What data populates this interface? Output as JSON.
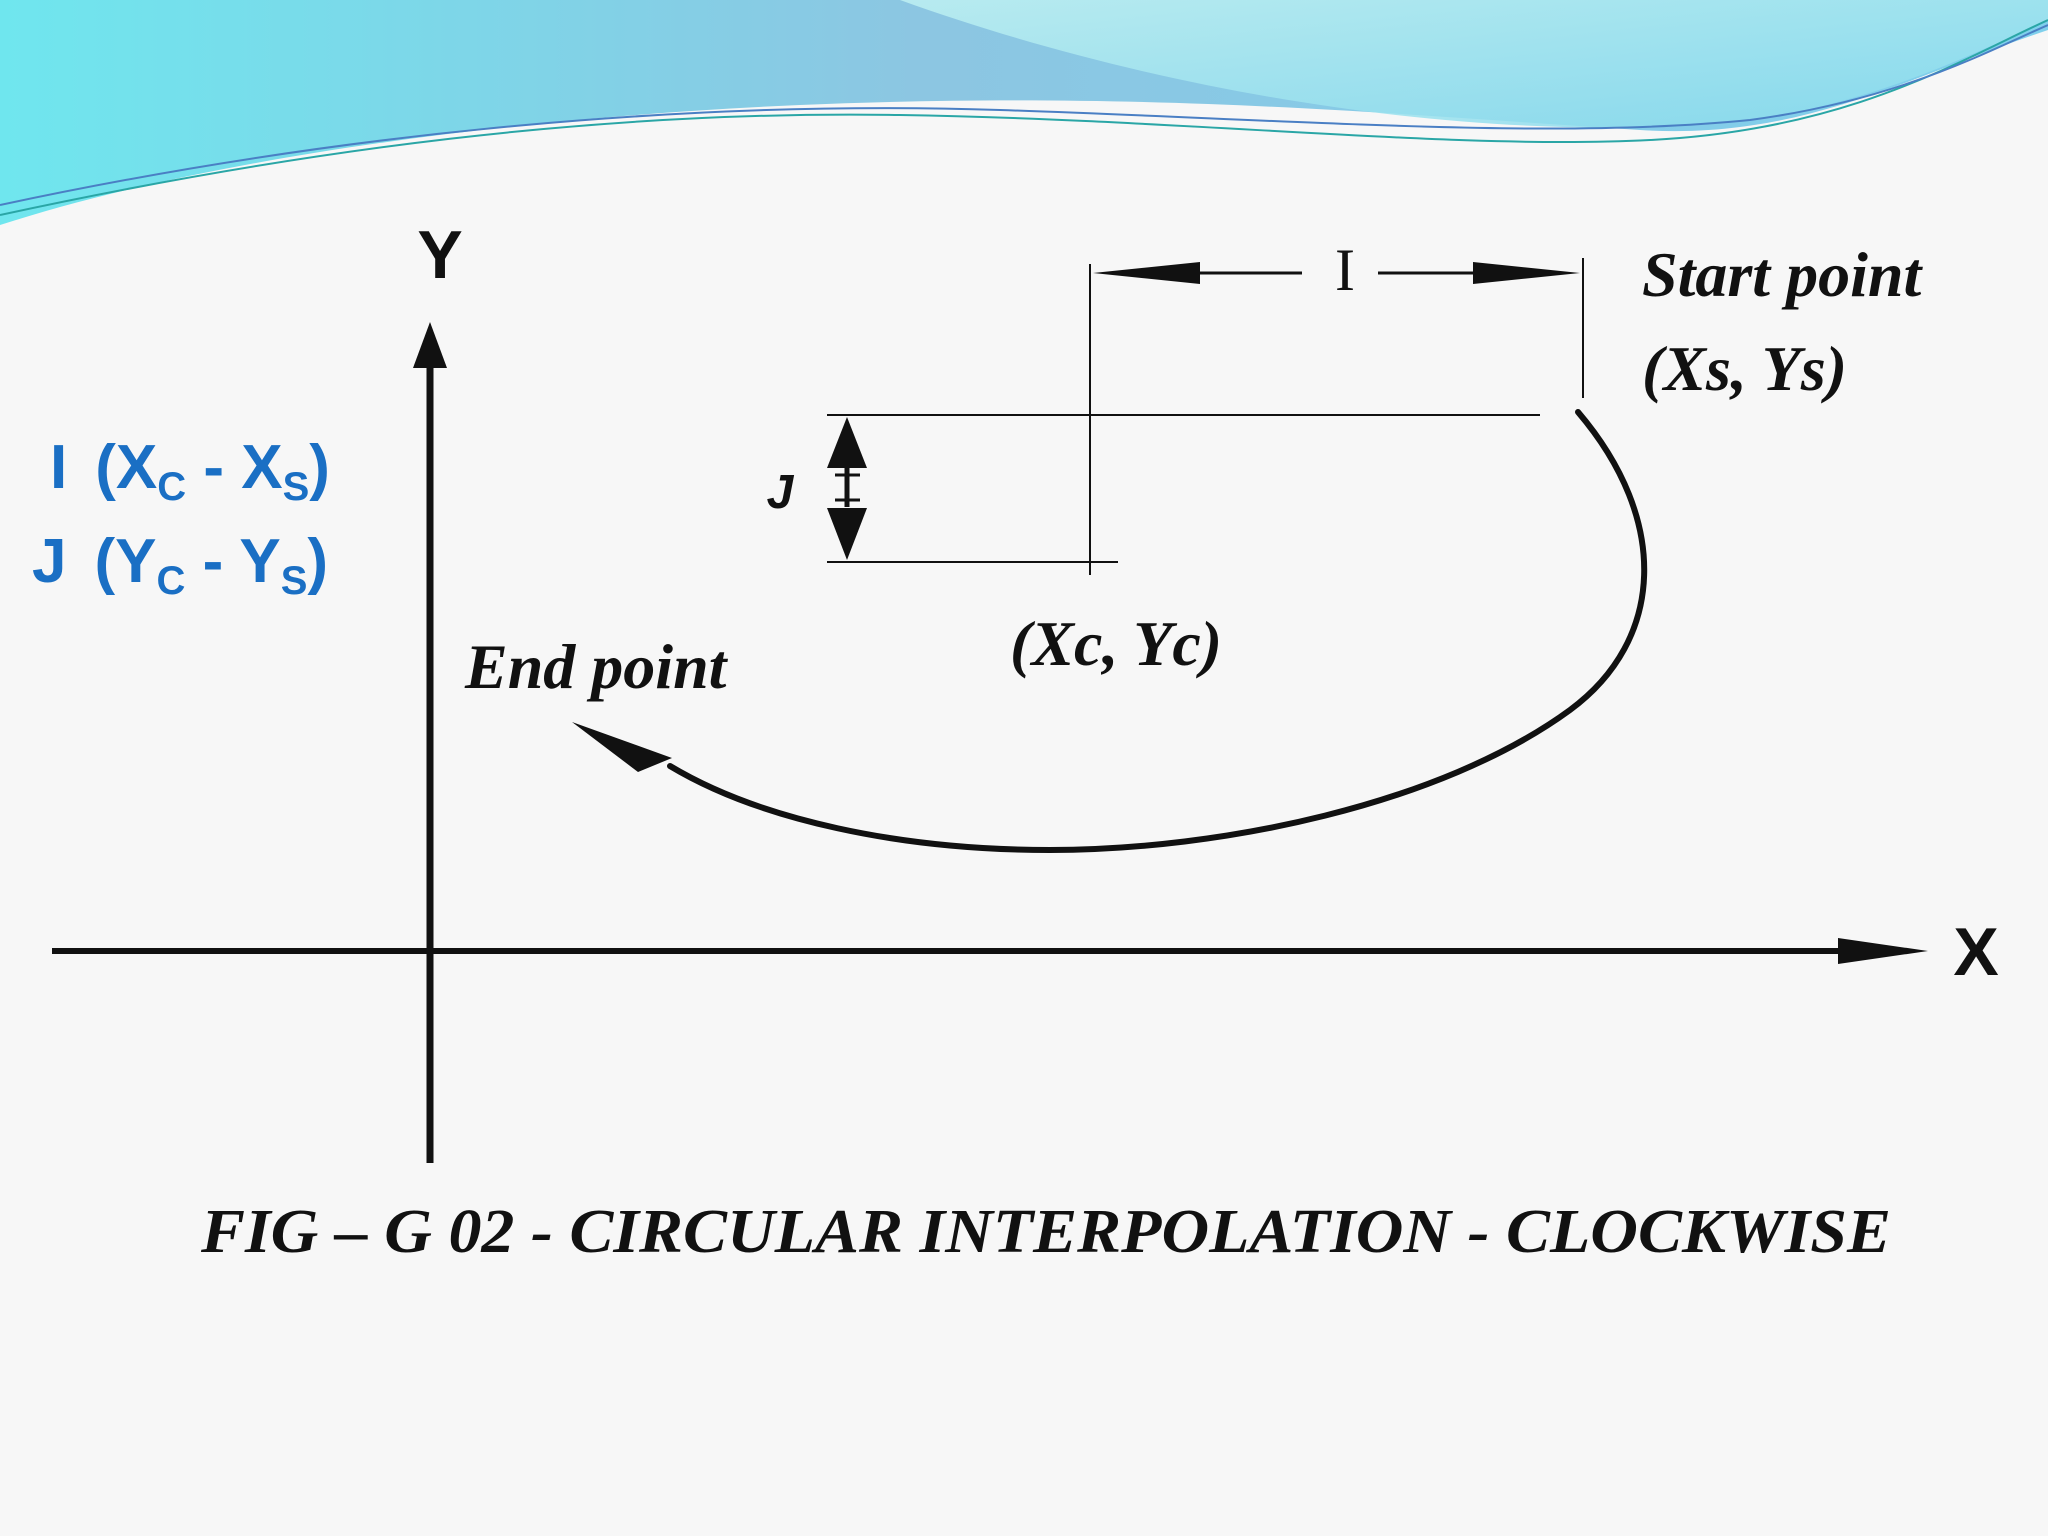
{
  "formulas": {
    "i": {
      "var": "I",
      "open": "(X",
      "sub1": "C",
      "mid": " - X",
      "sub2": "S",
      "close": ")"
    },
    "j": {
      "var": "J",
      "open": "(Y",
      "sub1": "C",
      "mid": " - Y",
      "sub2": "S",
      "close": ")"
    }
  },
  "axes": {
    "x": "X",
    "y": "Y"
  },
  "dimensions": {
    "i": "I",
    "j": "J"
  },
  "labels": {
    "start_point": "Start point",
    "start_coords": "(Xs, Ys)",
    "center_coords": "(Xc, Yc)",
    "end_point": "End point"
  },
  "caption": "FIG – G 02 - CIRCULAR INTERPOLATION - CLOCKWISE",
  "colors": {
    "formula": "#1a6fc4",
    "line": "#111111",
    "wave_light": "#7fe3ea",
    "wave_blue": "#8ec3e3"
  }
}
